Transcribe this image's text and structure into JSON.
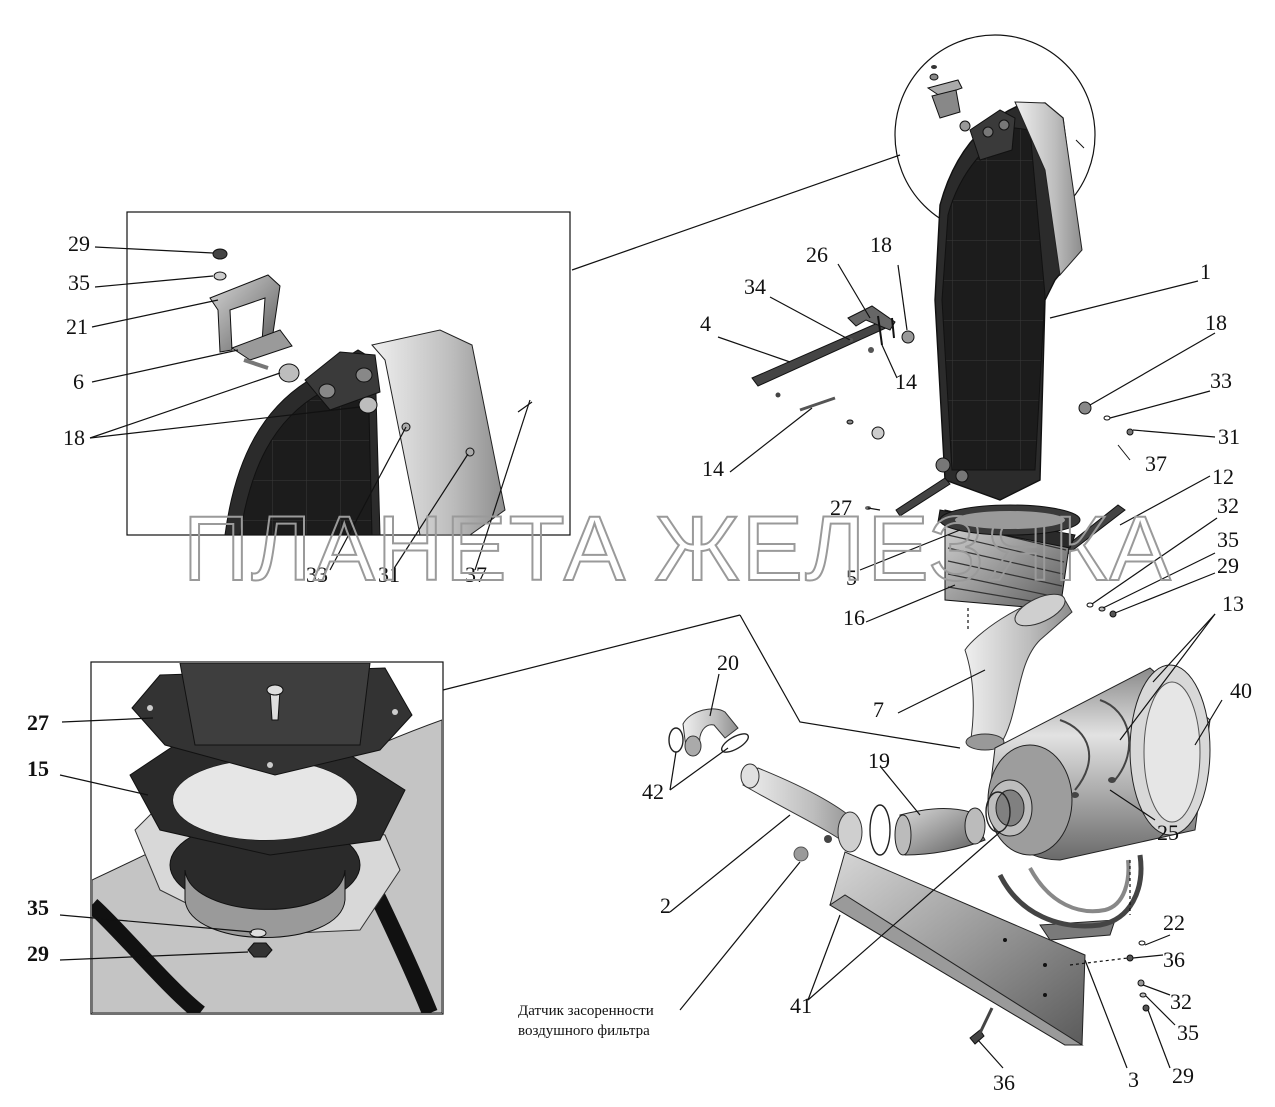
{
  "watermark": "ПЛАНЕТА ЖЕЛЕЗЯКА",
  "caption": {
    "line1": "Датчик засоренности",
    "line2": "воздушного фильтра"
  },
  "detail_top": {
    "labels": {
      "l29": "29",
      "l35": "35",
      "l21": "21",
      "l6": "6",
      "l18": "18",
      "l33": "33",
      "l31": "31",
      "l37": "37"
    }
  },
  "detail_bottom": {
    "labels": {
      "l27": "27",
      "l15": "15",
      "l35": "35",
      "l29": "29"
    }
  },
  "main": {
    "labels": {
      "l1": "1",
      "l18a": "18",
      "l26": "26",
      "l34": "34",
      "l4": "4",
      "l14a": "14",
      "l14b": "14",
      "l18b": "18",
      "l33": "33",
      "l31": "31",
      "l37": "37",
      "l12": "12",
      "l27": "27",
      "l5": "5",
      "l16": "16",
      "l32a": "32",
      "l35a": "35",
      "l29a": "29",
      "l13": "13",
      "l40": "40",
      "l7": "7",
      "l20": "20",
      "l42": "42",
      "l19": "19",
      "l25": "25",
      "l2": "2",
      "l22": "22",
      "l36a": "36",
      "l32b": "32",
      "l35b": "35",
      "l41": "41",
      "l36b": "36",
      "l3": "3",
      "l29b": "29"
    }
  }
}
